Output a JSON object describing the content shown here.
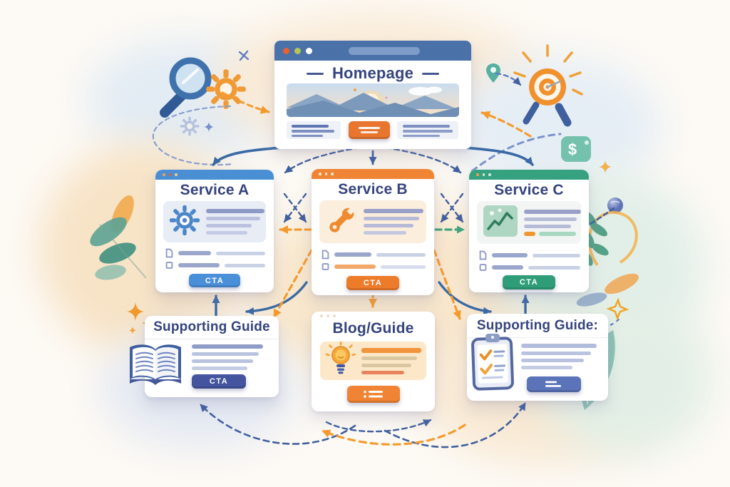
{
  "nodes": {
    "homepage": {
      "title": "Homepage",
      "accent": "#4a72a8",
      "cta_color": "#e8762e"
    },
    "service_a": {
      "title": "Service A",
      "cta_label": "CTA",
      "accent": "#4a8fd4"
    },
    "service_b": {
      "title": "Service B",
      "cta_label": "CTA",
      "accent": "#ef8434"
    },
    "service_c": {
      "title": "Service C",
      "cta_label": "CTA",
      "accent": "#2f9e78"
    },
    "guide_left": {
      "title": "Supporting Guide",
      "cta_label": "CTA",
      "cta_color": "#44549e"
    },
    "blog_guide": {
      "title": "Blog/Guide",
      "accent": "#f08434"
    },
    "guide_right": {
      "title": "Supporting Guide:",
      "cta_color": "#5b73b8"
    }
  },
  "decor": {
    "dollar_sign": "$",
    "icons": [
      "magnifying-glass-icon",
      "gear-icon",
      "target-bullseye-icon",
      "location-pin-icon",
      "dollar-tag-icon",
      "sphere-icon",
      "open-book-icon",
      "lightbulb-icon",
      "clipboard-checklist-icon",
      "wrench-icon",
      "line-chart-icon",
      "leaf-icon",
      "sparkle-icon"
    ]
  },
  "arrows": {
    "solid_color": "#3a6aa5",
    "dashed_color": "#41609f",
    "orange_color": "#f59b2e",
    "green_color": "#3fa57c"
  }
}
